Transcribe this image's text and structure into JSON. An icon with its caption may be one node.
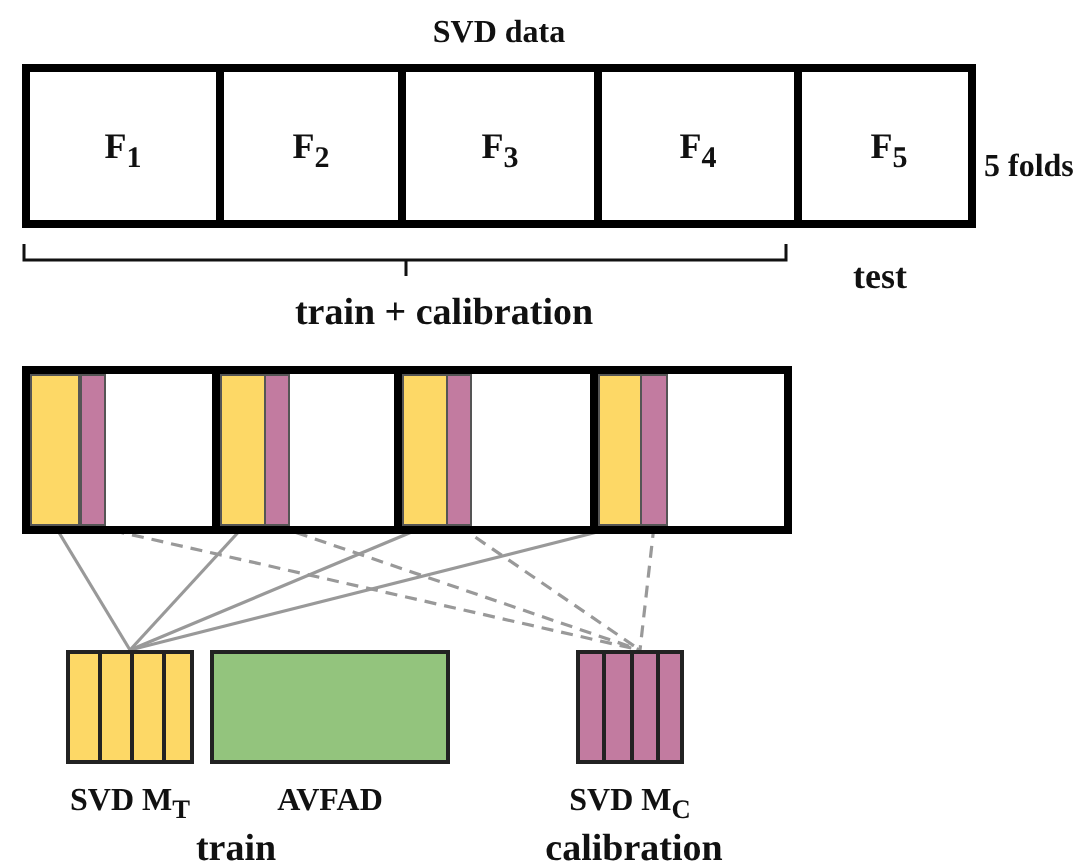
{
  "diagram": {
    "nodes": [
      {
        "text": [
          "SVD data"
        ],
        "beside": [
          "5 folds"
        ]
      },
      {
        "text": [
          "F$_{1}$"
        ],
        "in": 0
      },
      {
        "text": [
          "F$_{2}$"
        ],
        "in": 0
      },
      {
        "text": [
          "F$_{3}$"
        ],
        "in": 0
      },
      {
        "text": [
          "F$_{4}$"
        ],
        "in": 0
      },
      {
        "text": [
          "F$_{5}$"
        ],
        "in": 0
      },
      {
        "text": [],
        "shape": "box"
      },
      {
        "text": [],
        "shape": "bar",
        "in": 6
      },
      {
        "text": [],
        "shape": "bar",
        "in": 6
      },
      {
        "text": [],
        "shape": "bar",
        "in": 6
      },
      {
        "text": [],
        "shape": "bar",
        "in": 6
      },
      {
        "text": [],
        "shape": "bar",
        "in": 6
      },
      {
        "text": [],
        "shape": "bar",
        "in": 6
      },
      {
        "text": [],
        "shape": "bar",
        "in": 6
      },
      {
        "text": [],
        "shape": "bar",
        "in": 6
      },
      {
        "text": [
          "SVD M$_{T}$"
        ]
      },
      {
        "text": [
          "AVFAD"
        ]
      },
      {
        "text": [
          "SVD M$_{C}$"
        ]
      }
    ],
    "edges": [
      {
        "from": 7,
        "to": 15,
        "arrow": "none"
      },
      {
        "from": 9,
        "to": 15,
        "arrow": "none"
      },
      {
        "from": 11,
        "to": 15,
        "arrow": "none"
      },
      {
        "from": 13,
        "to": 15,
        "arrow": "none"
      },
      {
        "from": 8,
        "to": 17,
        "arrow": "none",
        "style": "dashed"
      },
      {
        "from": 10,
        "to": 17,
        "arrow": "none",
        "style": "dashed"
      },
      {
        "from": 12,
        "to": 17,
        "arrow": "none",
        "style": "dashed"
      },
      {
        "from": 14,
        "to": 17,
        "arrow": "none",
        "style": "dashed"
      }
    ],
    "labels": [
      "train + calibration",
      "test",
      "train",
      "calibration"
    ]
  }
}
